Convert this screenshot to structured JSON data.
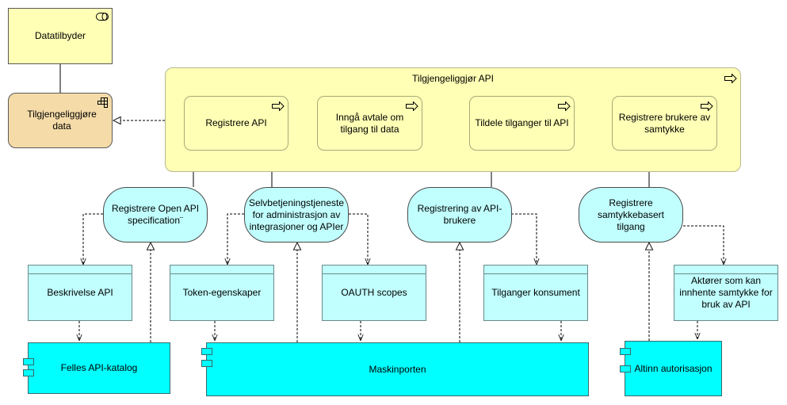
{
  "actor": {
    "label": "Datatilbyder"
  },
  "role": {
    "label": "Tilgjengeliggjøre data"
  },
  "process_group": {
    "label": "Tilgjengeliggjør API"
  },
  "processes": [
    {
      "label": "Registrere API"
    },
    {
      "label": "Inngå avtale om tilgang til data"
    },
    {
      "label": "Tildele tilganger til API"
    },
    {
      "label": "Registrere brukere av samtykke"
    }
  ],
  "services": [
    {
      "label": "Registrere Open API specification¨"
    },
    {
      "label": "Selvbetjeningstjeneste for administrasjon av integrasjoner og APIer"
    },
    {
      "label": "Registrering av API-brukere"
    },
    {
      "label": "Registrere samtykkebasert tilgang"
    }
  ],
  "data_objects": [
    {
      "label": "Beskrivelse API"
    },
    {
      "label": "Token-egenskaper"
    },
    {
      "label": "OAUTH scopes"
    },
    {
      "label": "Tilganger konsument"
    },
    {
      "label": "Aktører som kan innhente samtykke for bruk av API"
    }
  ],
  "components": [
    {
      "label": "Felles API-katalog"
    },
    {
      "label": "Maskinporten"
    },
    {
      "label": "Altinn autorisasjon"
    }
  ],
  "icons": {
    "actor": "actor-icon",
    "role": "role-icon",
    "process": "process-arrow-icon"
  },
  "colors": {
    "business": "#ffffb5",
    "role": "#f5dba8",
    "application": "#c1ffff",
    "component": "#00ffff"
  }
}
